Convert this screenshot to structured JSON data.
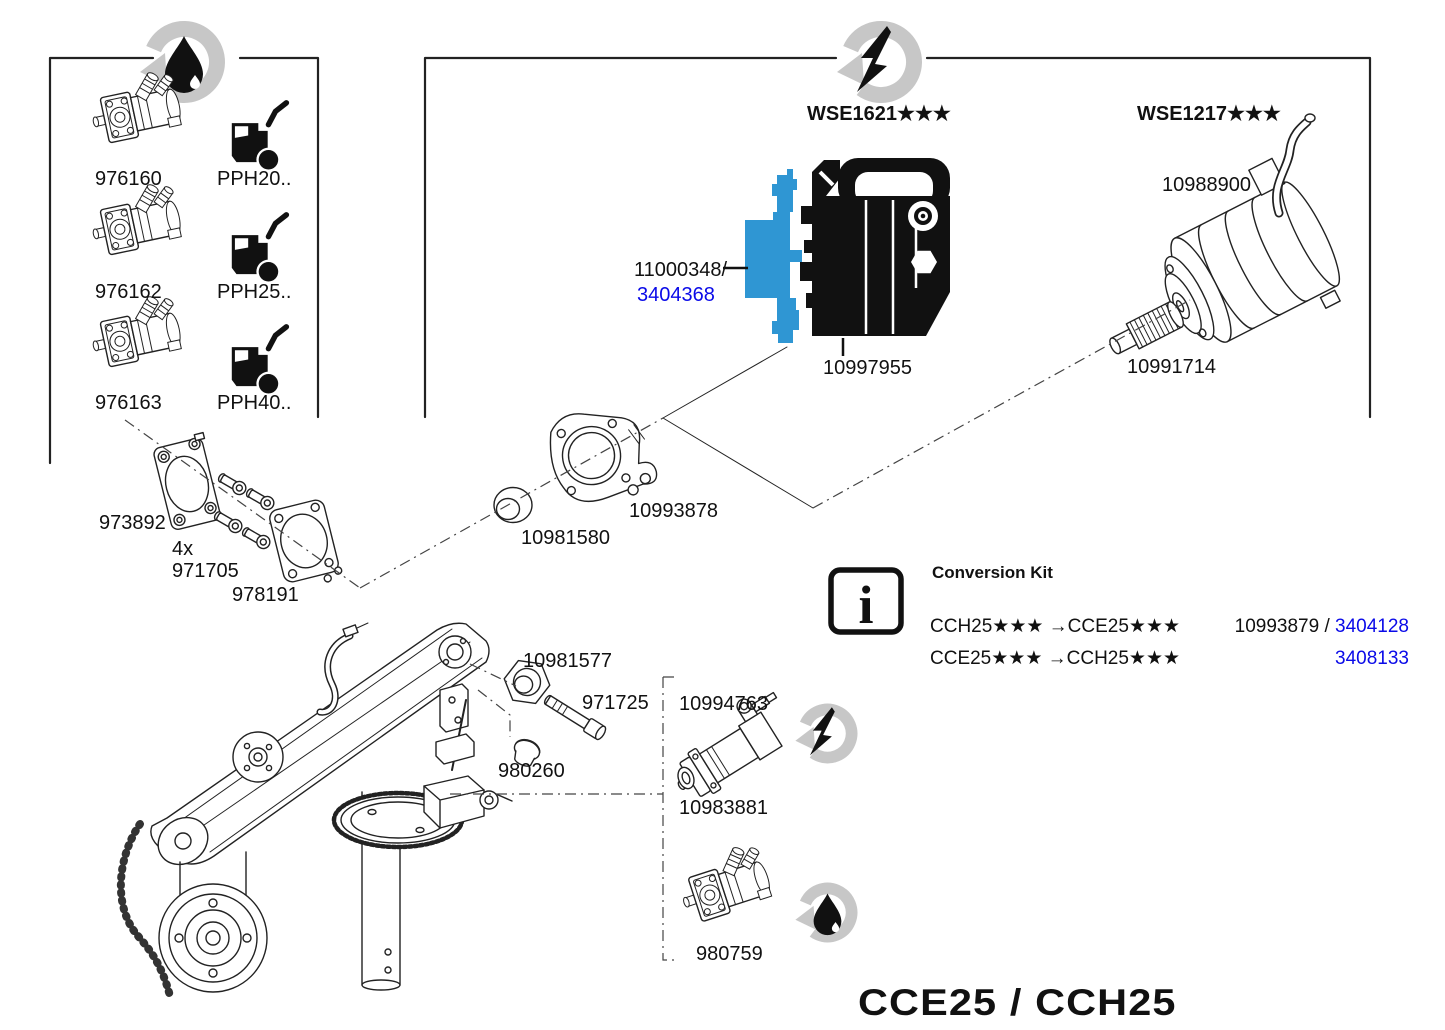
{
  "colors": {
    "highlight_blue": "#2f96d3",
    "link_blue": "#0a0ae8",
    "recycle_gray": "#c7c7c7",
    "ink": "#111111"
  },
  "icons": {
    "info_glyph": "i"
  },
  "left_box": {
    "rows": [
      {
        "motor_part": "976160",
        "powerpack_part": "PPH20.."
      },
      {
        "motor_part": "976162",
        "powerpack_part": "PPH25.."
      },
      {
        "motor_part": "976163",
        "powerpack_part": "PPH40.."
      }
    ]
  },
  "right_box": {
    "wse1621_label": "WSE1621★★★",
    "wse1217_label": "WSE1217★★★",
    "adapter_number": "11000348/",
    "adapter_number_alt": "3404368",
    "electric_motor": "10997955",
    "motor": "10988900",
    "drive_shaft": "10991714"
  },
  "parts": {
    "plate": "973892",
    "screw_qty": "4x",
    "screw": "971705",
    "adapter_plate": "978191",
    "ring": "10981580",
    "bearing_flange": "10993878",
    "feed_bushing": "10981577",
    "bolt": "971725",
    "plug": "980260",
    "feed_motor": "10994763",
    "washer": "10983881",
    "hydraulic_feed_motor": "980759"
  },
  "conversion_kit": {
    "title": "Conversion Kit",
    "rows": [
      {
        "direction": "CCH25★★★ →CCE25★★★",
        "number": "10993879 / ",
        "number_link": "3404128"
      },
      {
        "direction": "CCE25★★★ →CCH25★★★",
        "number": "",
        "number_link": "3408133"
      }
    ]
  },
  "footer": {
    "model": "CCE25 / CCH25"
  }
}
